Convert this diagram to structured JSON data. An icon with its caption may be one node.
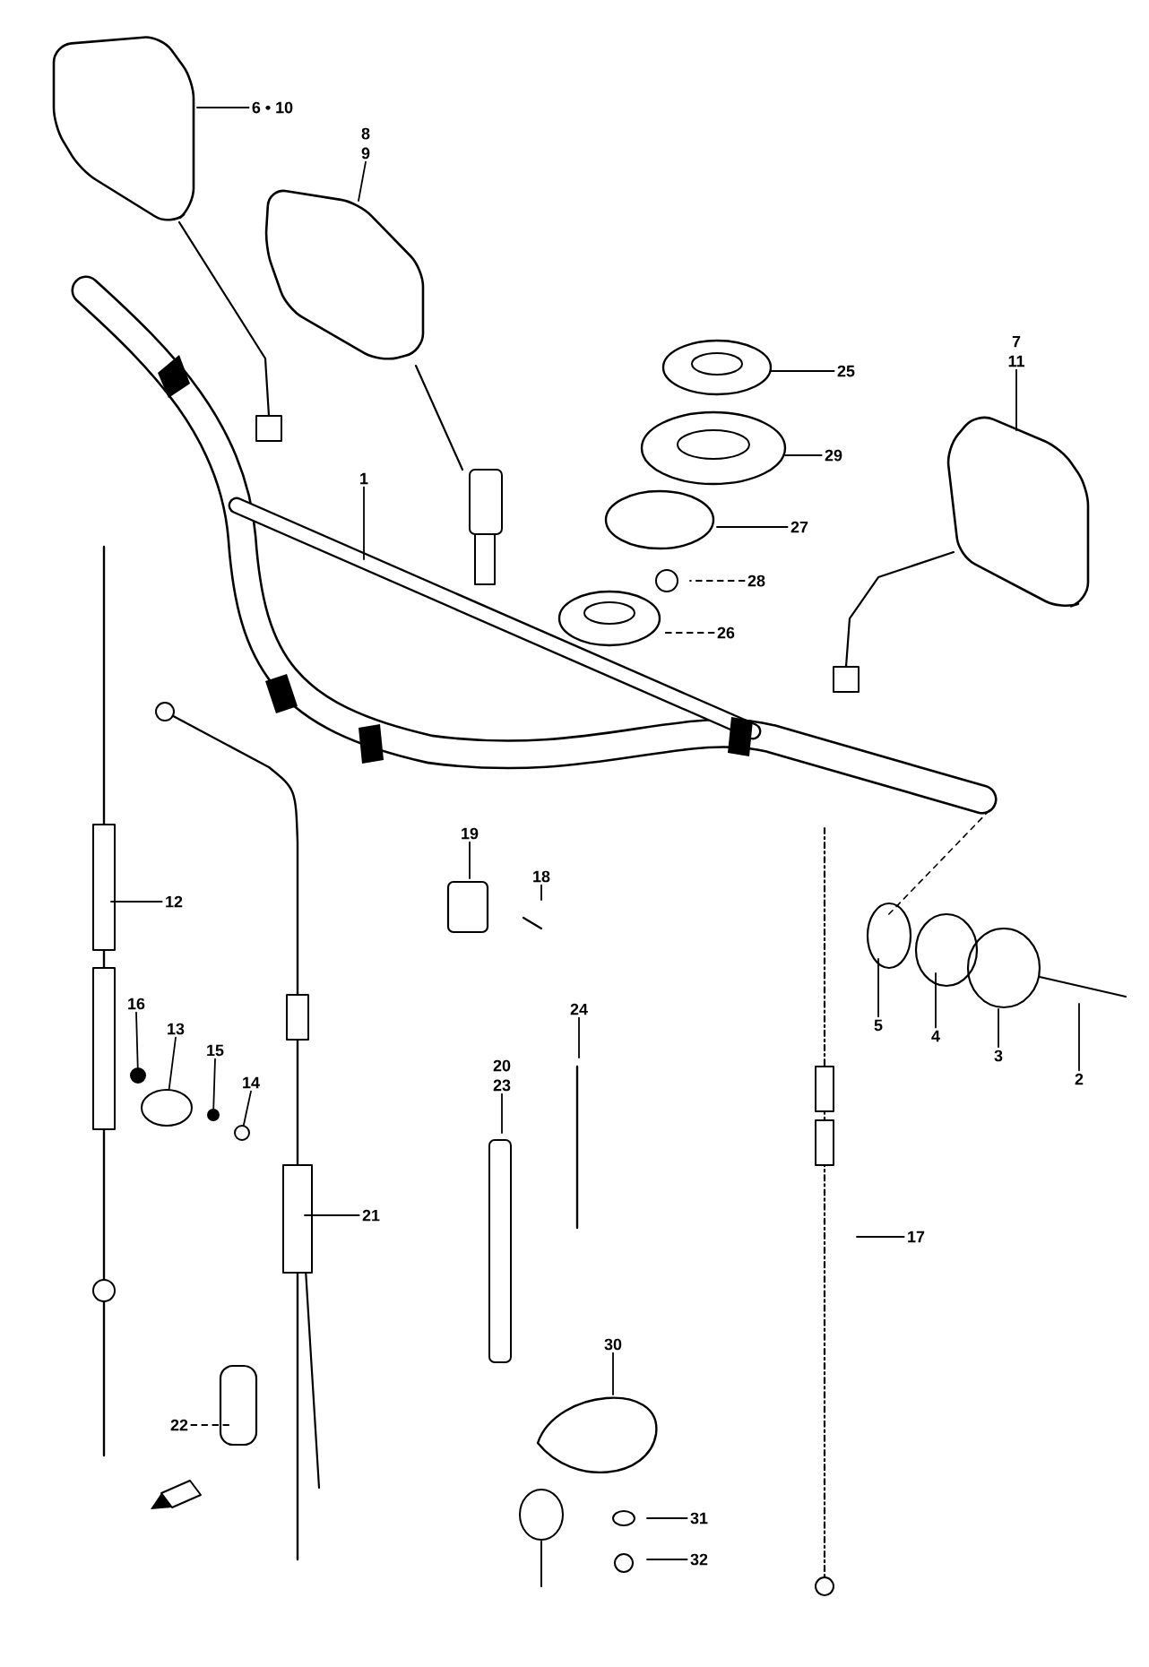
{
  "diagram": {
    "nodes": [
      {
        "text": [
          "6 • 10"
        ]
      },
      {
        "text": [
          "8",
          "9"
        ]
      },
      {
        "text": [
          "1"
        ]
      },
      {
        "text": [
          "25"
        ]
      },
      {
        "text": [
          "29"
        ]
      },
      {
        "text": [
          "27"
        ]
      },
      {
        "text": [
          "28"
        ]
      },
      {
        "text": [
          "26"
        ]
      },
      {
        "text": [
          "7",
          "11"
        ]
      },
      {
        "text": [
          "12"
        ]
      },
      {
        "text": [
          "19"
        ]
      },
      {
        "text": [
          "18"
        ]
      },
      {
        "text": [
          "5"
        ]
      },
      {
        "text": [
          "4"
        ]
      },
      {
        "text": [
          "3"
        ]
      },
      {
        "text": [
          "2"
        ]
      },
      {
        "text": [
          "16"
        ]
      },
      {
        "text": [
          "13"
        ]
      },
      {
        "text": [
          "15"
        ]
      },
      {
        "text": [
          "14"
        ]
      },
      {
        "text": [
          "20",
          "23"
        ]
      },
      {
        "text": [
          "24"
        ]
      },
      {
        "text": [
          "21"
        ]
      },
      {
        "text": [
          "17"
        ]
      },
      {
        "text": [
          "22"
        ]
      },
      {
        "text": [
          "30"
        ]
      },
      {
        "text": [
          "31"
        ]
      },
      {
        "text": [
          "32"
        ]
      },
      {
        "text": [],
        "shape": "circle"
      },
      {
        "text": [],
        "shape": "ellipse"
      },
      {
        "text": [],
        "shape": "circle"
      },
      {
        "text": [],
        "shape": "circle"
      }
    ],
    "edges": [
      {
        "from": 0,
        "to": null,
        "arrow": "none"
      },
      {
        "from": 1,
        "to": null,
        "arrow": "none"
      },
      {
        "from": 2,
        "to": null,
        "arrow": "none"
      },
      {
        "from": 3,
        "to": null,
        "arrow": "none"
      },
      {
        "from": 4,
        "to": null,
        "arrow": "none"
      },
      {
        "from": 5,
        "to": null,
        "arrow": "none"
      },
      {
        "from": 6,
        "to": null,
        "arrow": "none",
        "style": "dashed"
      },
      {
        "from": 7,
        "to": null,
        "arrow": "none",
        "style": "dashed"
      },
      {
        "from": 8,
        "to": null,
        "arrow": "none"
      },
      {
        "from": 9,
        "to": null,
        "arrow": "none"
      },
      {
        "from": 10,
        "to": null,
        "arrow": "none"
      },
      {
        "from": 11,
        "to": null,
        "arrow": "none"
      },
      {
        "from": 12,
        "to": null,
        "arrow": "none"
      },
      {
        "from": 13,
        "to": null,
        "arrow": "none"
      },
      {
        "from": 14,
        "to": null,
        "arrow": "none"
      },
      {
        "from": 15,
        "to": null,
        "arrow": "none"
      },
      {
        "from": 16,
        "to": 28,
        "arrow": "none"
      },
      {
        "from": 17,
        "to": 29,
        "arrow": "none"
      },
      {
        "from": 18,
        "to": 30,
        "arrow": "none"
      },
      {
        "from": 19,
        "to": 31,
        "arrow": "none"
      },
      {
        "from": 20,
        "to": null,
        "arrow": "none"
      },
      {
        "from": 21,
        "to": null,
        "arrow": "none"
      },
      {
        "from": 22,
        "to": null,
        "arrow": "none"
      },
      {
        "from": 23,
        "to": null,
        "arrow": "none"
      },
      {
        "from": 24,
        "to": null,
        "arrow": "none",
        "style": "dashed"
      },
      {
        "from": 25,
        "to": null,
        "arrow": "none"
      },
      {
        "from": 26,
        "to": null,
        "arrow": "none"
      },
      {
        "from": 27,
        "to": null,
        "arrow": "none"
      }
    ]
  }
}
